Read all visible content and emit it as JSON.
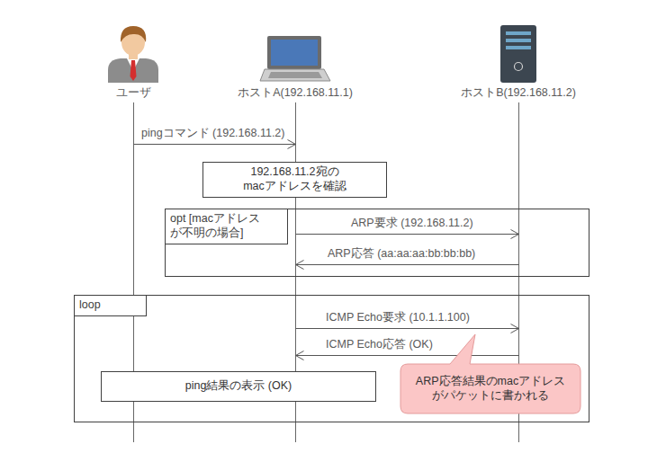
{
  "diagram": {
    "nodes": [
      {
        "text": [
          "ユーザ"
        ]
      },
      {
        "text": [
          "ホストA(192.168.11.1)"
        ]
      },
      {
        "text": [
          "ホストB(192.168.11.2)"
        ]
      },
      {
        "text": [
          "192.168.11.2宛の macアドレスを確認"
        ]
      },
      {
        "text": [
          "opt [macアドレス が不明の場合]"
        ]
      },
      {
        "text": [
          "loop"
        ]
      },
      {
        "text": [
          "ping結果の表示 (OK)"
        ],
        "in": 5
      },
      {
        "text": [
          "ARP応答結果のmacアドレス がパケットに書かれる"
        ],
        "in": 5
      }
    ],
    "edges": [
      {
        "from": 0,
        "to": 1,
        "label": "pingコマンド (192.168.11.2)",
        "arrow": "to"
      },
      {
        "from": 1,
        "to": 2,
        "label": "ARP要求 (192.168.11.2)",
        "arrow": "to"
      },
      {
        "from": 2,
        "to": 1,
        "label": "ARP応答 (aa:aa:aa:bb:bb:bb)",
        "arrow": "to"
      },
      {
        "from": 1,
        "to": 2,
        "label": "ICMP Echo要求 (10.1.1.100)",
        "arrow": "to"
      },
      {
        "from": 2,
        "to": 1,
        "label": "ICMP Echo応答 (OK)",
        "arrow": "to"
      }
    ]
  }
}
